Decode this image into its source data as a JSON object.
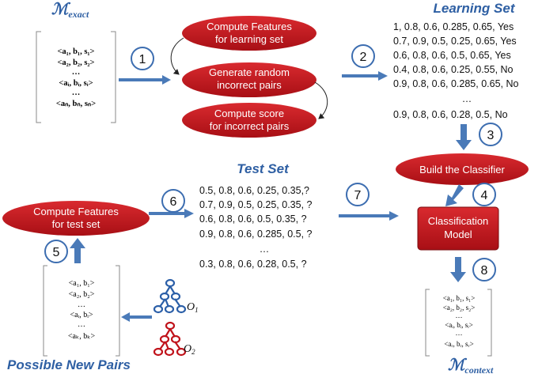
{
  "sets": {
    "m_exact": {
      "symbol": "ℳ",
      "subscript": "exact"
    },
    "m_context": {
      "symbol": "ℳ",
      "subscript": "context"
    },
    "exact_rows": [
      "<a₁, b₁, s₁>",
      "<a₂, b₂, s₂>",
      "…",
      "<aᵢ, bᵢ, sᵢ>",
      "…",
      "<aₙ, bₙ, sₙ>"
    ],
    "context_rows": [
      "<a₁, b₁, s₁>",
      "<a₂, b₂, s₂>",
      "…",
      "<aᵢ, bᵢ, sᵢ>",
      "…",
      "<aᵣ, bᵣ, sᵣ>"
    ],
    "new_pair_rows": [
      "<a₁, b₁>",
      "<a₂, b₂>",
      "…",
      "<aᵢ, bᵢ>",
      "…",
      "<aₖ, bₖ>"
    ]
  },
  "steps": {
    "compute_features_learning": [
      "Compute Features",
      "for learning set"
    ],
    "generate_random_pairs": [
      "Generate random",
      "incorrect pairs"
    ],
    "compute_score": [
      "Compute score",
      "for incorrect pairs"
    ],
    "build_classifier": "Build the Classifier",
    "compute_features_test": [
      "Compute Features",
      "for test set"
    ],
    "classification_model": [
      "Classification",
      "Model"
    ]
  },
  "step_numbers": [
    "1",
    "2",
    "3",
    "4",
    "5",
    "6",
    "7",
    "8"
  ],
  "learning_set": {
    "title": "Learning Set",
    "rows": [
      "1, 0.8, 0.6, 0.285, 0.65, Yes",
      "0.7, 0.9, 0.5, 0.25, 0.65, Yes",
      "0.6, 0.8, 0.6, 0.5, 0.65, Yes",
      "0.4, 0.8, 0.6, 0.25, 0.55, No",
      "0.9, 0.8, 0.6, 0.285, 0.65, No",
      "…",
      "0.9, 0.8, 0.6, 0.28, 0.5, No"
    ]
  },
  "test_set": {
    "title": "Test Set",
    "rows": [
      "0.5, 0.8, 0.6, 0.25, 0.35,?",
      "0.7, 0.9, 0.5, 0.25, 0.35, ?",
      "0.6, 0.8, 0.6, 0.5, 0.35, ?",
      "0.9, 0.8, 0.6, 0.285, 0.5, ?",
      "…",
      "0.3, 0.8, 0.6, 0.28, 0.5, ?"
    ]
  },
  "ontologies": {
    "o1": {
      "letter": "O",
      "index": "1"
    },
    "o2": {
      "letter": "O",
      "index": "2"
    }
  },
  "possible_new_pairs_label": "Possible New Pairs",
  "colors": {
    "ellipse_red": "#c0121a",
    "arrow_blue": "#4a7ab8",
    "title_blue": "#2e5fa3",
    "circle_stroke": "#3c6db0",
    "ontology_blue": "#2b5fa8",
    "ontology_red": "#c0121a"
  }
}
